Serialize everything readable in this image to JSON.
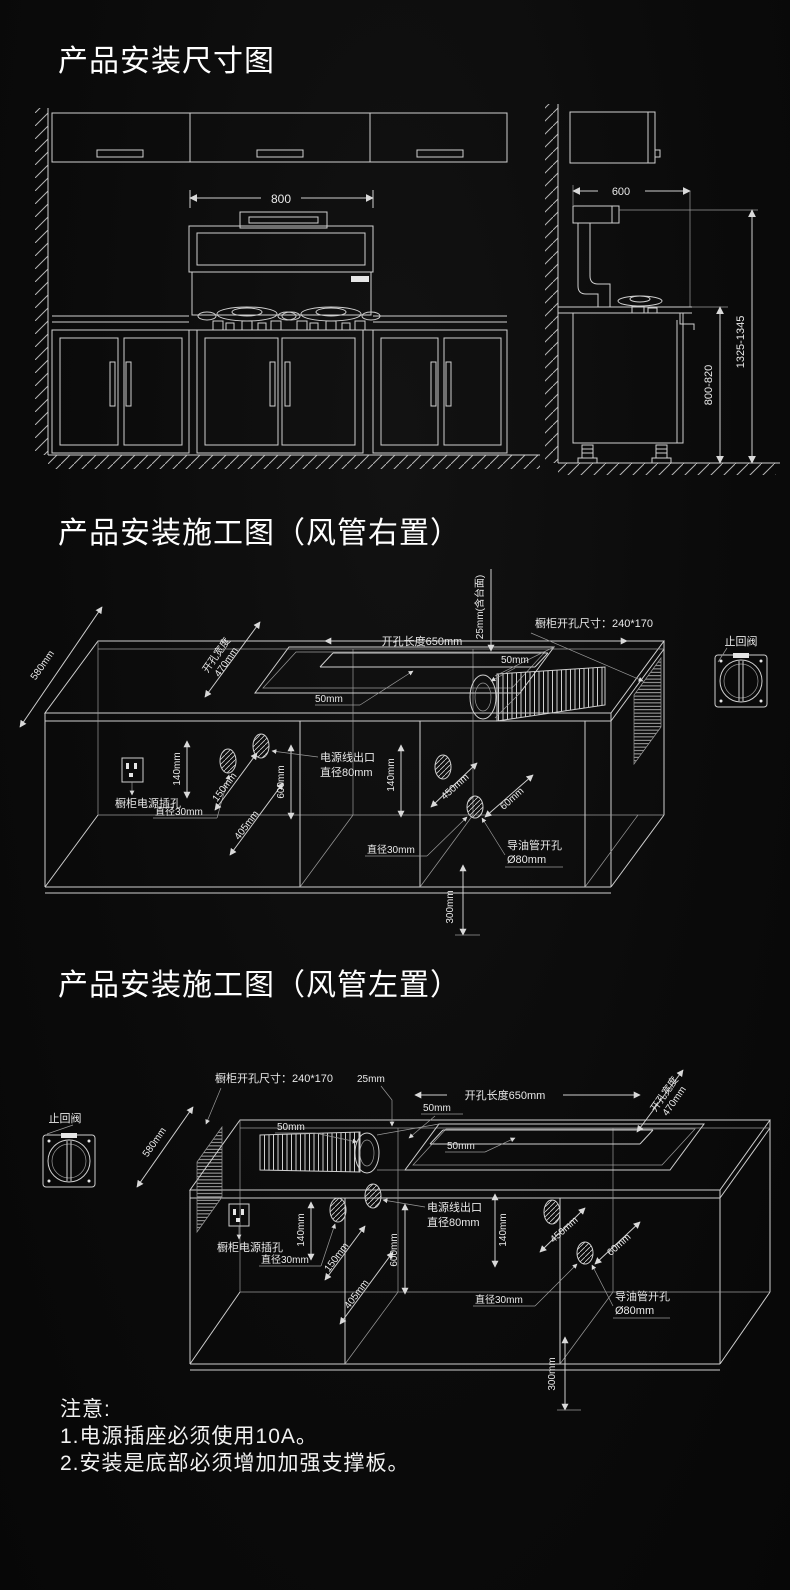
{
  "page": {
    "background": "#0b0b0b",
    "line_color": "#cfcfcf",
    "text_color": "#ffffff"
  },
  "section_dimensions": {
    "title": "产品安装尺寸图",
    "front_view": {
      "width": "800"
    },
    "side_view": {
      "depth": "600",
      "counter_height": "800-820",
      "total_height": "1325-1345"
    }
  },
  "section_right_duct": {
    "title": "产品安装施工图（风管右置）",
    "top_offset": "25mm(含台面)"
  },
  "section_left_duct": {
    "title": "产品安装施工图（风管左置）",
    "top_offset": "25mm"
  },
  "iso_labels": {
    "depth": "580mm",
    "opening_width_line1": "开孔宽度",
    "opening_width_line2": "470mm",
    "opening_length": "开孔长度650mm",
    "gap_50": "50mm",
    "cabinet_opening": "橱柜开孔尺寸：240*170",
    "check_valve": "止回阀",
    "cabinet_socket": "橱柜电源插孔",
    "dia_30": "直径30mm",
    "h_140": "140mm",
    "d_150": "150mm",
    "d_405": "405mm",
    "h_600": "600mm",
    "power_outlet_line1": "电源线出口",
    "power_outlet_line2": "直径80mm",
    "d_450": "450mm",
    "d_60": "60mm",
    "oil_hole_line1": "导油管开孔",
    "oil_hole_line2": "Ø80mm",
    "h_300": "300mm"
  },
  "notes": {
    "heading": "注意:",
    "items": [
      "1.电源插座必须使用10A。",
      "2.安装是底部必须增加加强支撑板。"
    ]
  }
}
